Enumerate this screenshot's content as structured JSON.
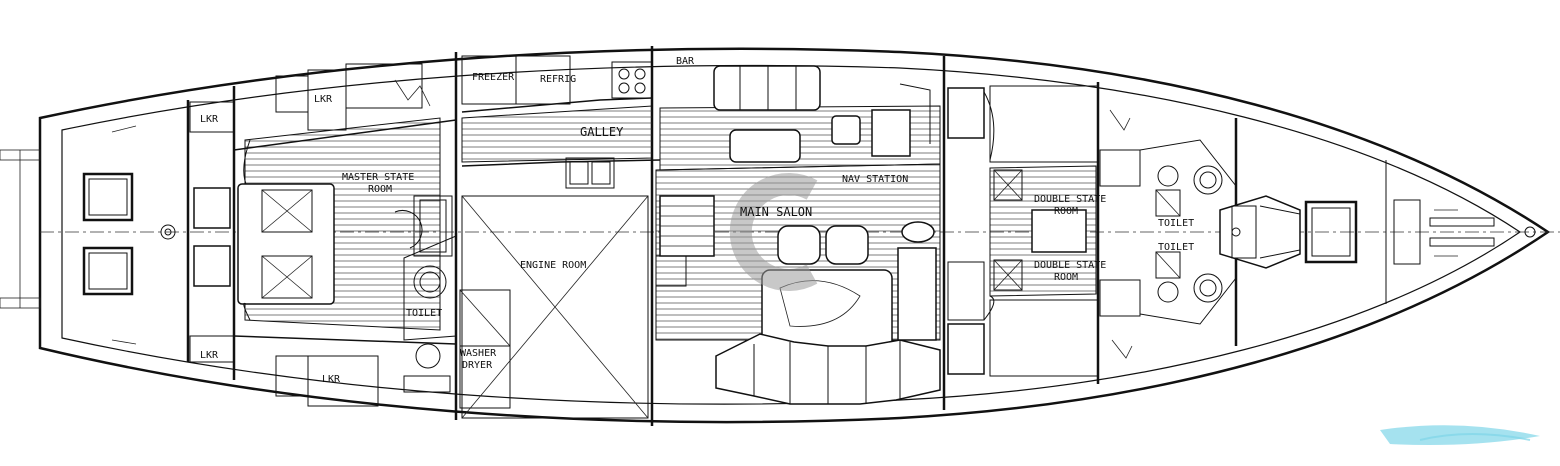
{
  "labels": {
    "lkr_1": "LKR",
    "lkr_2": "LKR",
    "lkr_3": "LKR",
    "lkr_4": "LKR",
    "freezer": "FREEZER",
    "refrig": "REFRIG",
    "bar": "BAR",
    "galley": "GALLEY",
    "master_state": "MASTER STATE",
    "master_room": "ROOM",
    "nav_station": "NAV STATION",
    "main_salon": "MAIN SALON",
    "engine_room": "ENGINE ROOM",
    "toilet_aft": "TOILET",
    "washer": "WASHER",
    "dryer": "DRYER",
    "double_state_1": "DOUBLE STATE",
    "double_room_1": "ROOM",
    "double_state_2": "DOUBLE STATE",
    "double_room_2": "ROOM",
    "toilet_fwd_1": "TOILET",
    "toilet_fwd_2": "TOILET"
  },
  "colors": {
    "ink": "#111111",
    "watermark": "#9a9a9a",
    "logo": "#7fd6e8"
  }
}
